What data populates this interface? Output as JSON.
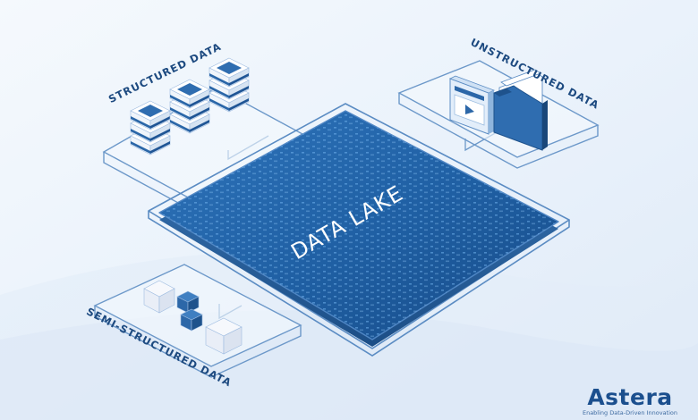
{
  "diagram": {
    "center_label": "DATA LAKE",
    "sources": [
      {
        "id": "structured",
        "label": "STRUCTURED DATA"
      },
      {
        "id": "unstructured",
        "label": "UNSTRUCTURED DATA"
      },
      {
        "id": "semi-structured",
        "label": "SEMI-STRUCTURED DATA"
      }
    ]
  },
  "brand": {
    "name": "Astera",
    "tagline": "Enabling Data-Driven Innovation"
  },
  "colors": {
    "lake_fill": "#1f5fa3",
    "lake_edge": "#4f86c4",
    "outline": "#6c98c9",
    "label": "#1d4a80",
    "brand": "#1b4f8e",
    "accent_orange": "#f27b22"
  }
}
